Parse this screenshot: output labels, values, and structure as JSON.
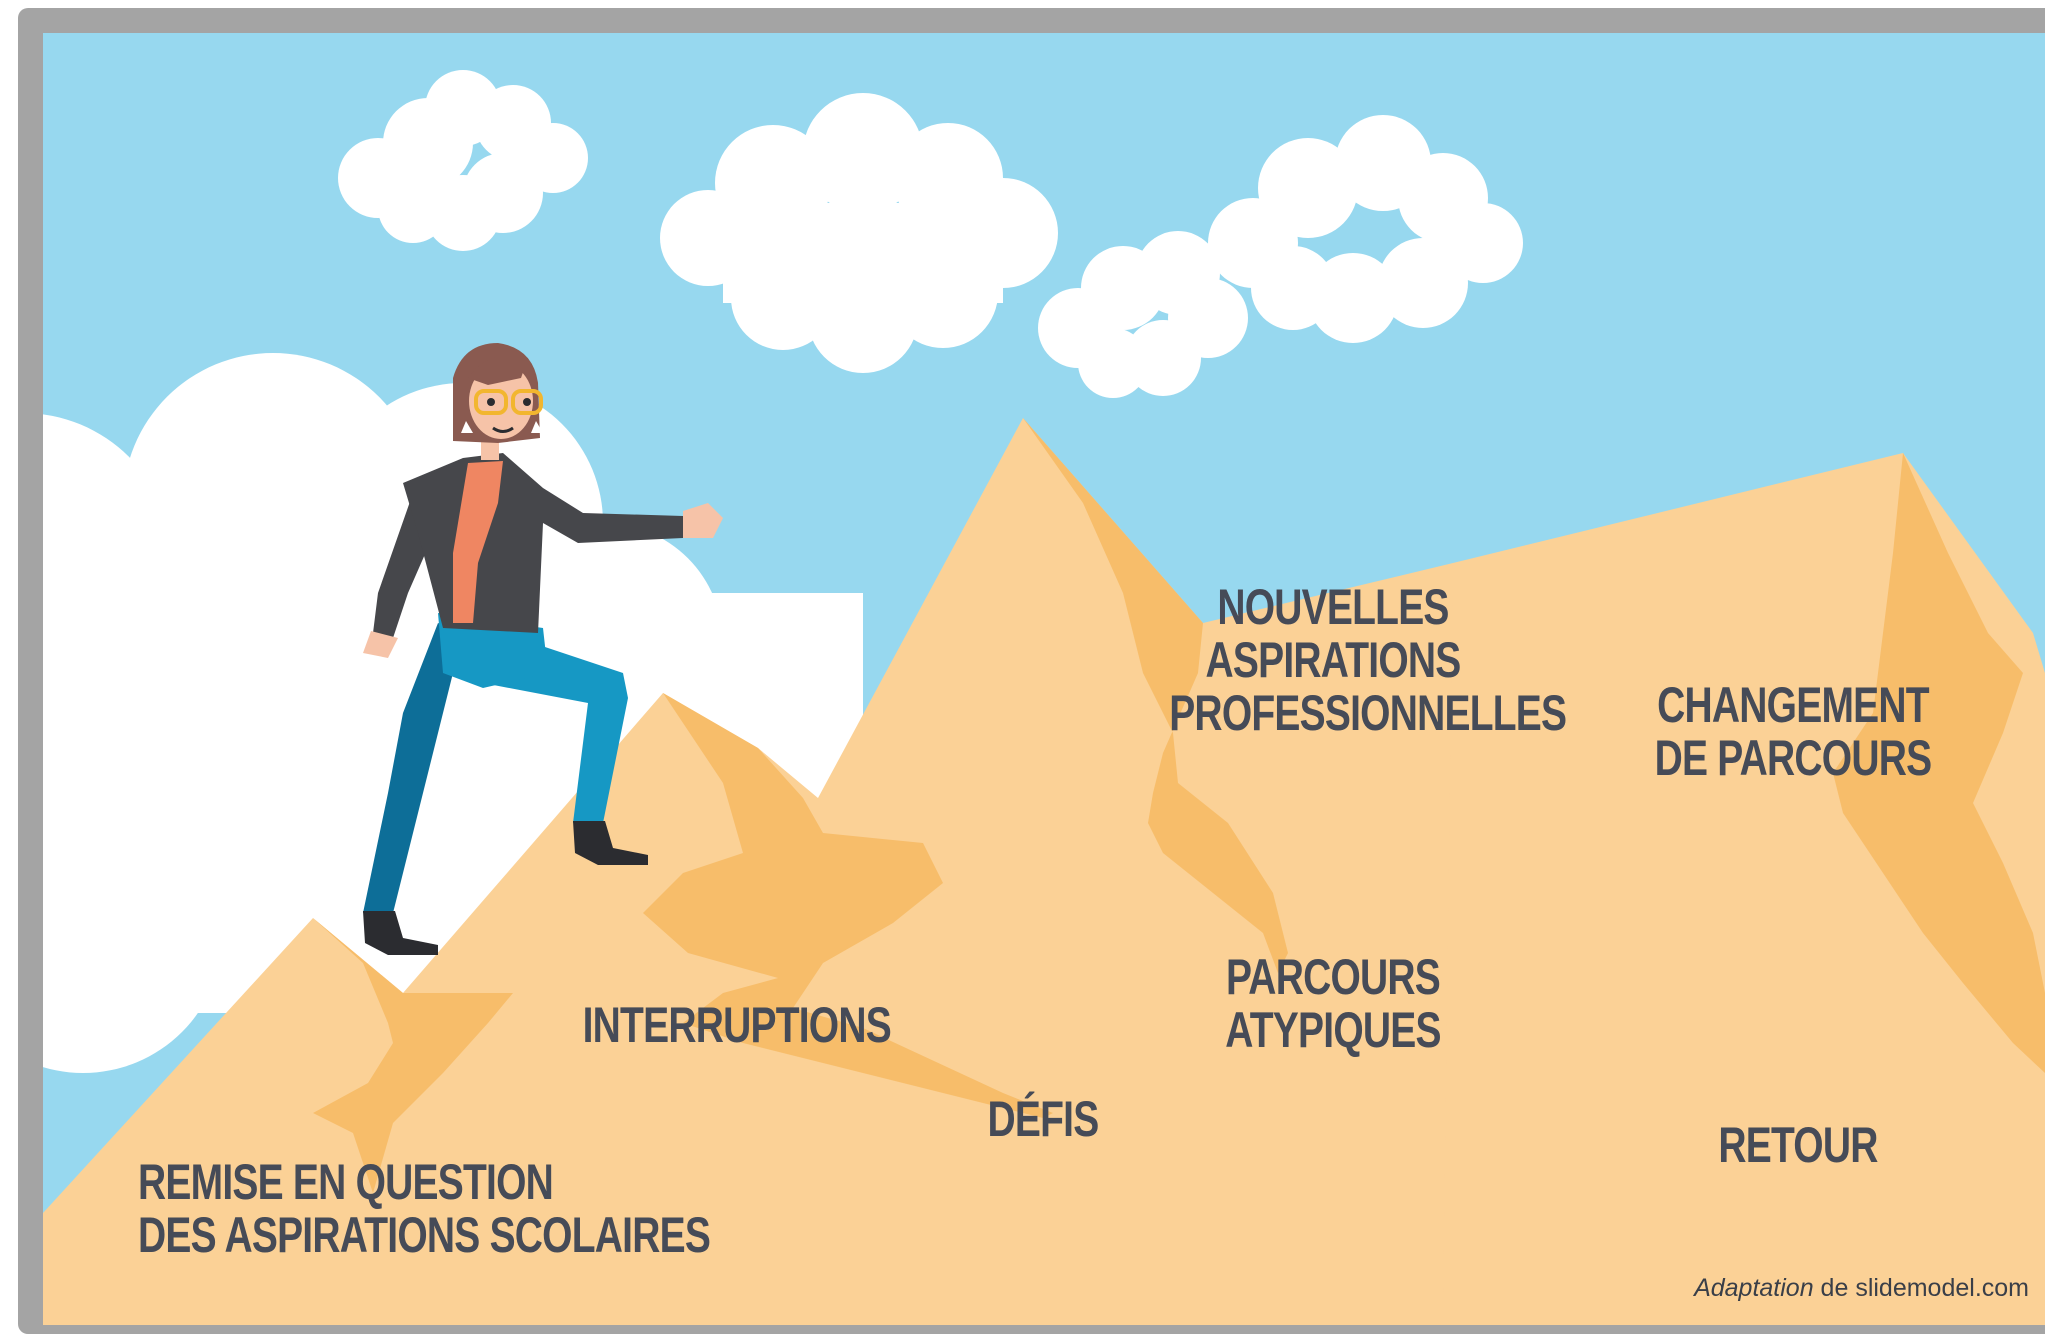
{
  "labels": {
    "remise_line1": "REMISE EN QUESTION",
    "remise_line2": "DES ASPIRATIONS SCOLAIRES",
    "interruptions": "INTERRUPTIONS",
    "defis": "DÉFIS",
    "nouvelles_line1": "NOUVELLES",
    "nouvelles_line2": "ASPIRATIONS",
    "nouvelles_line3": "PROFESSIONNELLES",
    "parcours_line1": "PARCOURS",
    "parcours_line2": "ATYPIQUES",
    "changement_line1": "CHANGEMENT",
    "changement_line2": "DE PARCOURS",
    "retour": "RETOUR"
  },
  "credit": {
    "prefix": "Adaptation",
    "middle": " de ",
    "site": "slidemodel.com"
  },
  "colors": {
    "sky": "#97d8ef",
    "cloud": "#ffffff",
    "mountain_light": "#fbd196",
    "mountain_shadow": "#f7bd6a",
    "frame": "#a4a4a4",
    "text": "#464b57"
  }
}
